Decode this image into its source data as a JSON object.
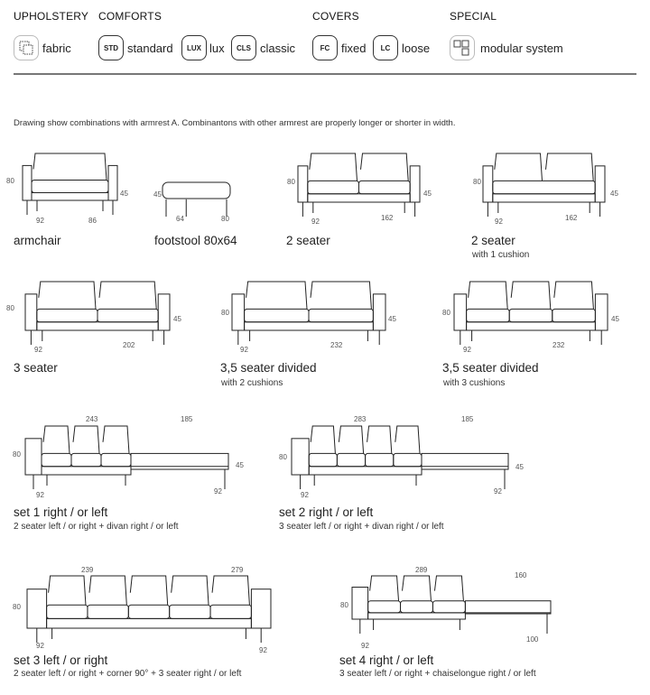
{
  "header": {
    "categories": [
      "UPHOLSTERY",
      "COMFORTS",
      "COVERS",
      "SPECIAL"
    ],
    "options": [
      {
        "icon": "fabric-icon",
        "label": "fabric"
      },
      {
        "icon": "STD",
        "label": "standard"
      },
      {
        "icon": "LUX",
        "label": "lux"
      },
      {
        "icon": "CLS",
        "label": "classic"
      },
      {
        "icon": "FC",
        "label": "fixed"
      },
      {
        "icon": "LC",
        "label": "loose"
      },
      {
        "icon": "modular-icon",
        "label": "modular system"
      }
    ]
  },
  "note": "Drawing show combinations with armrest A. Combinantons with other armrest are properly longer or shorter in width.",
  "items": [
    {
      "name": "armchair",
      "sub": "",
      "dims": [
        "80",
        "45",
        "92",
        "86"
      ]
    },
    {
      "name": "footstool 80x64",
      "sub": "",
      "dims": [
        "45",
        "64",
        "80"
      ]
    },
    {
      "name": "2 seater",
      "sub": "",
      "dims": [
        "80",
        "45",
        "92",
        "162"
      ]
    },
    {
      "name": "2 seater",
      "sub": "with 1 cushion",
      "dims": [
        "80",
        "45",
        "92",
        "162"
      ]
    },
    {
      "name": "3 seater",
      "sub": "",
      "dims": [
        "80",
        "45",
        "92",
        "202"
      ]
    },
    {
      "name": "3,5 seater divided",
      "sub": "with 2 cushions",
      "dims": [
        "80",
        "45",
        "92",
        "232"
      ]
    },
    {
      "name": "3,5 seater divided",
      "sub": "with 3 cushions",
      "dims": [
        "80",
        "45",
        "92",
        "232"
      ]
    },
    {
      "name": "set 1 right / or left",
      "sub": "2 seater left / or right + divan right / or left",
      "dims": [
        "243",
        "185",
        "80",
        "45",
        "92",
        "92"
      ]
    },
    {
      "name": "set 2 right / or left",
      "sub": "3 seater left / or right + divan right / or left",
      "dims": [
        "283",
        "185",
        "80",
        "45",
        "92",
        "92"
      ]
    },
    {
      "name": "set 3 left / or right",
      "sub": "2 seater left / or right + corner 90° + 3 seater right / or left",
      "dims": [
        "239",
        "279",
        "80",
        "92",
        "92"
      ]
    },
    {
      "name": "set 4 right / or left",
      "sub": "3 seater left / or right + chaiselongue right / or left",
      "dims": [
        "289",
        "160",
        "80",
        "92",
        "100"
      ]
    }
  ]
}
